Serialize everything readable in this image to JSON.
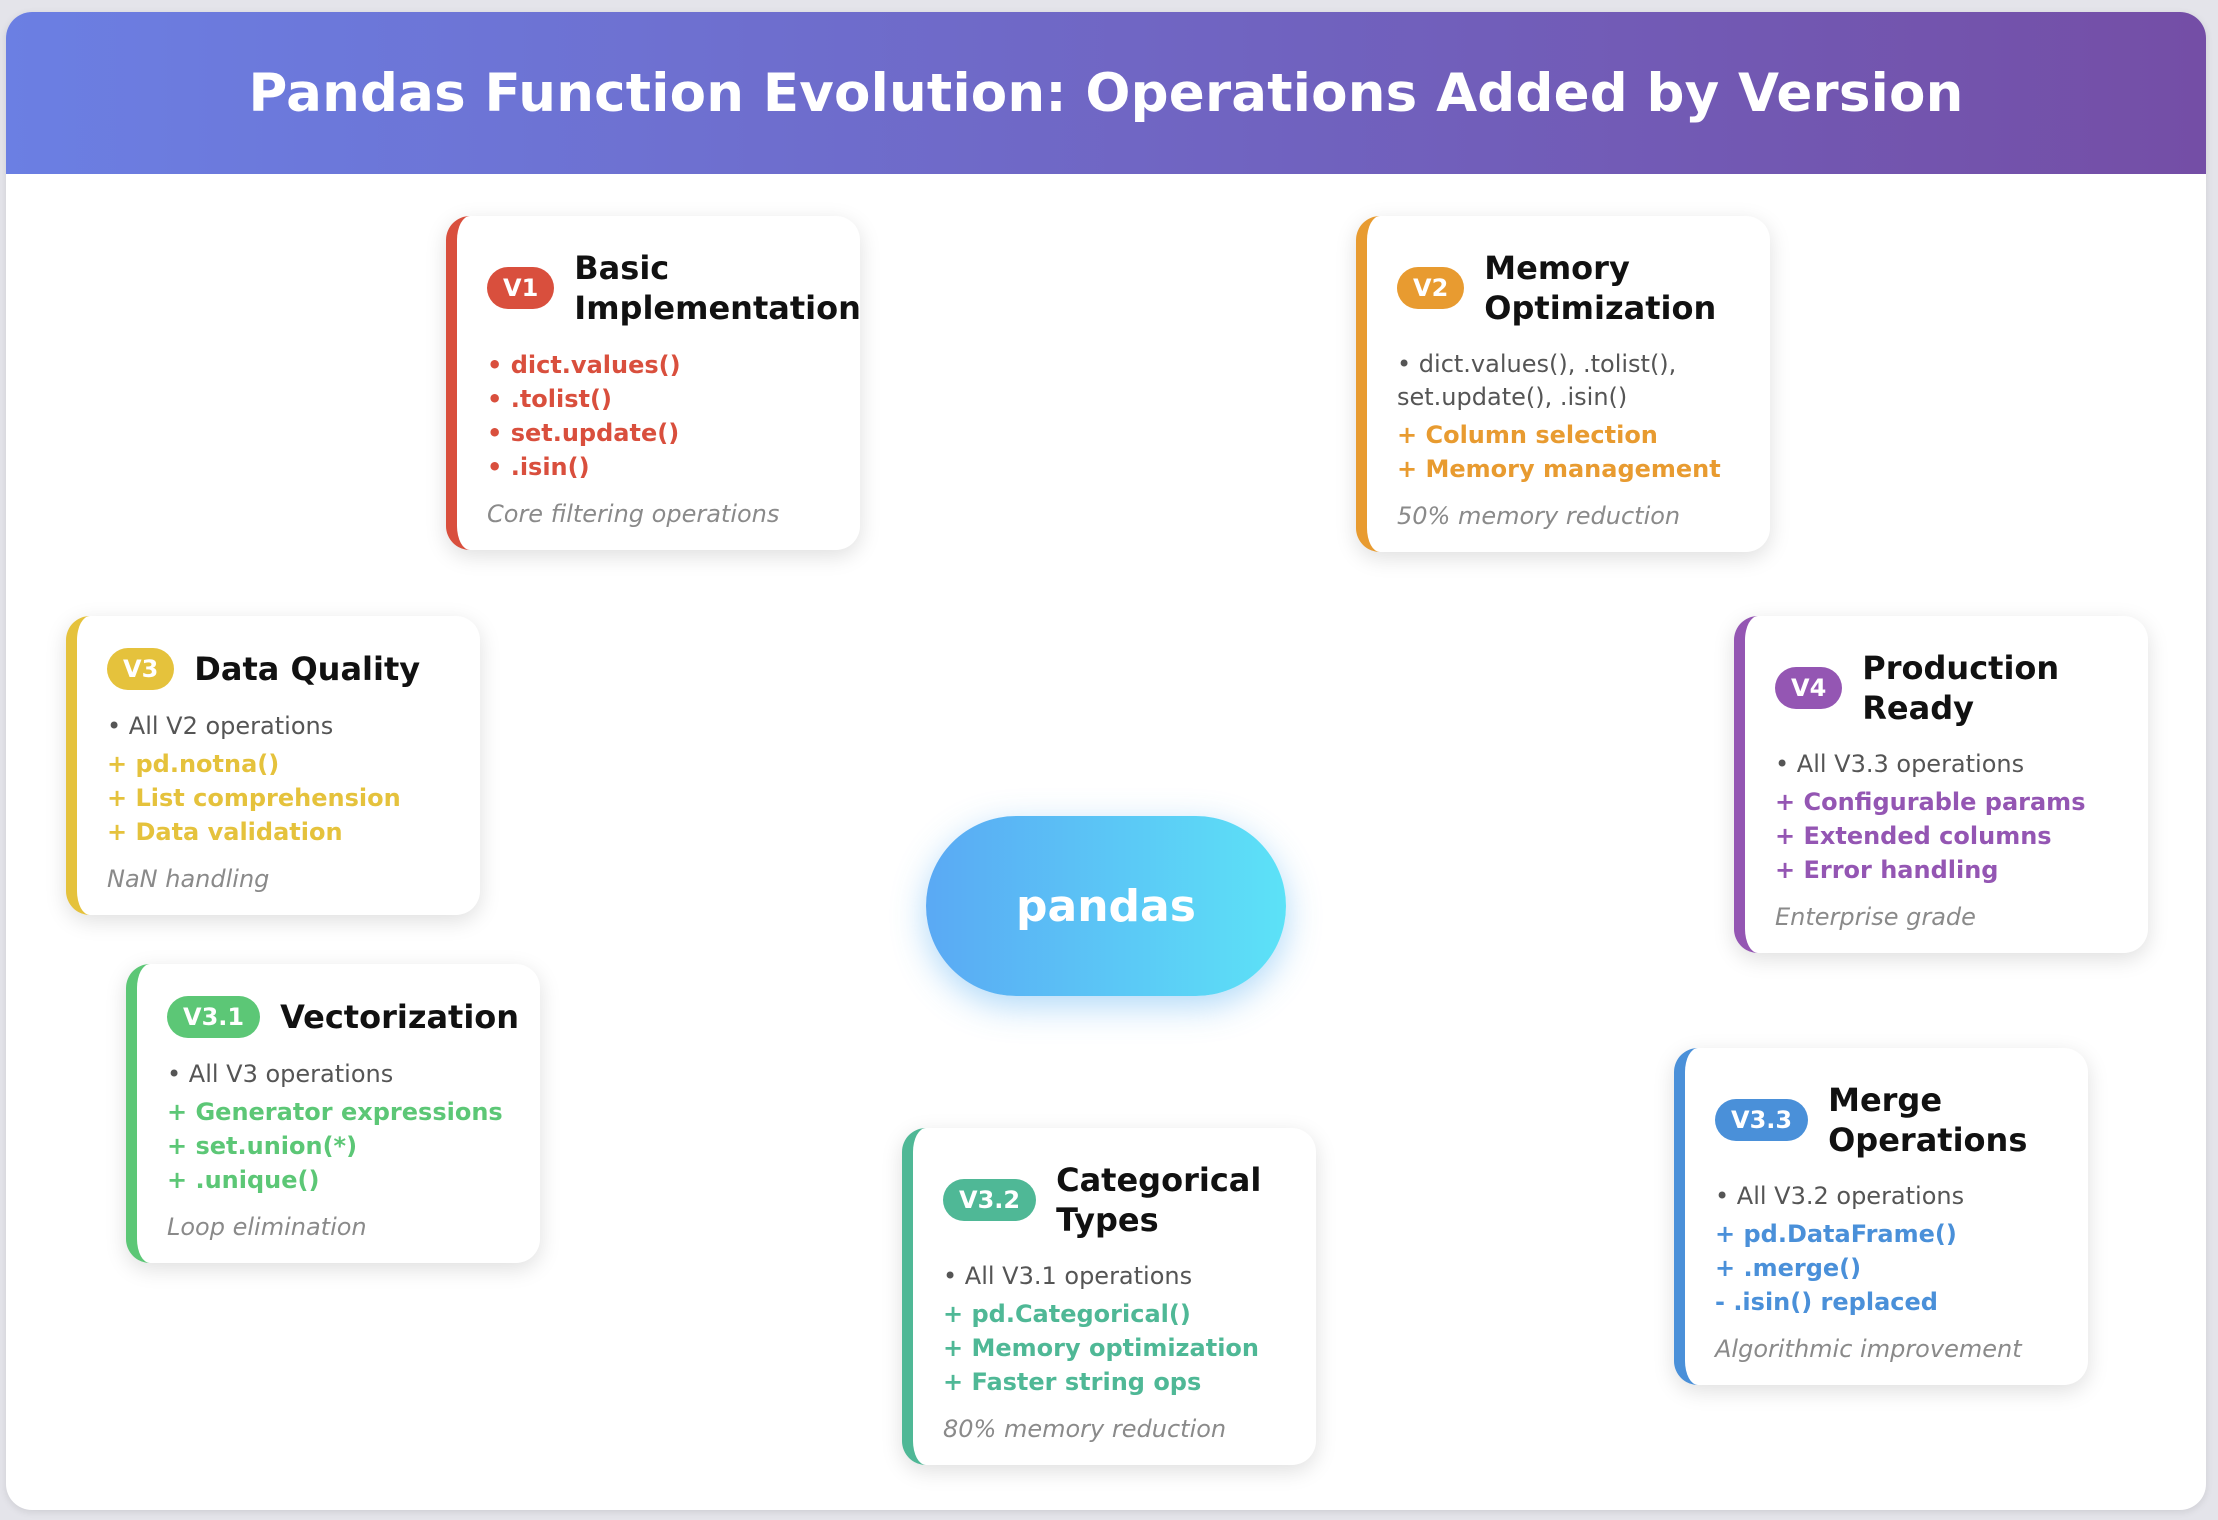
{
  "title": "Pandas Function Evolution: Operations Added by Version",
  "center": "pandas",
  "colors": {
    "header_start": "#6b7fe3",
    "header_end": "#744ea6",
    "v1": "#d94f3d",
    "v2": "#e89b30",
    "v3": "#e5c23c",
    "v3_1": "#5cc776",
    "v3_2": "#4fb896",
    "v3_3": "#4a90d9",
    "v4": "#9456b3"
  },
  "cards": {
    "v1": {
      "badge": "V1",
      "title": "Basic Implementation",
      "items": [
        "• dict.values()",
        "• .tolist()",
        "• set.update()",
        "• .isin()"
      ],
      "note": "Core filtering operations"
    },
    "v2": {
      "badge": "V2",
      "title": "Memory Optimization",
      "base": "• dict.values(), .tolist(), set.update(), .isin()",
      "items": [
        "+ Column selection",
        "+ Memory management"
      ],
      "note": "50% memory reduction"
    },
    "v3": {
      "badge": "V3",
      "title": "Data Quality",
      "base": "• All V2 operations",
      "items": [
        "+ pd.notna()",
        "+ List comprehension",
        "+ Data validation"
      ],
      "note": "NaN handling"
    },
    "v4": {
      "badge": "V4",
      "title": "Production Ready",
      "base": "• All V3.3 operations",
      "items": [
        "+ Configurable params",
        "+ Extended columns",
        "+ Error handling"
      ],
      "note": "Enterprise grade"
    },
    "v3_1": {
      "badge": "V3.1",
      "title": "Vectorization",
      "base": "• All V3 operations",
      "items": [
        "+ Generator expressions",
        "+ set.union(*)",
        "+ .unique()"
      ],
      "note": "Loop elimination"
    },
    "v3_2": {
      "badge": "V3.2",
      "title": "Categorical Types",
      "base": "• All V3.1 operations",
      "items": [
        "+ pd.Categorical()",
        "+ Memory optimization",
        "+ Faster string ops"
      ],
      "note": "80% memory reduction"
    },
    "v3_3": {
      "badge": "V3.3",
      "title": "Merge Operations",
      "base": "• All V3.2 operations",
      "items": [
        "+ pd.DataFrame()",
        "+ .merge()",
        "- .isin() replaced"
      ],
      "note": "Algorithmic improvement"
    }
  }
}
